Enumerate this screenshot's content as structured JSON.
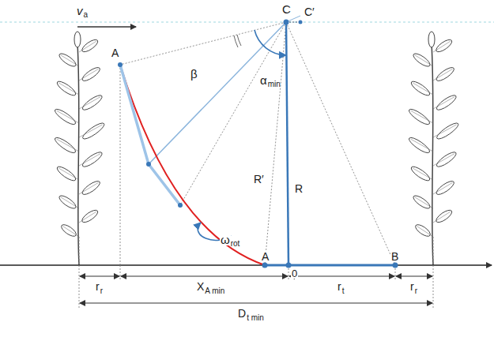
{
  "diagram": {
    "labels": [
      "v",
      "a",
      "C",
      "C′",
      "A",
      "β",
      "α",
      "min",
      "R′",
      "R",
      "ω",
      "rot",
      "A",
      "0",
      "B",
      "r",
      "r",
      "X",
      "A min",
      "r",
      "t",
      "r",
      "r",
      "D",
      "t min"
    ]
  }
}
